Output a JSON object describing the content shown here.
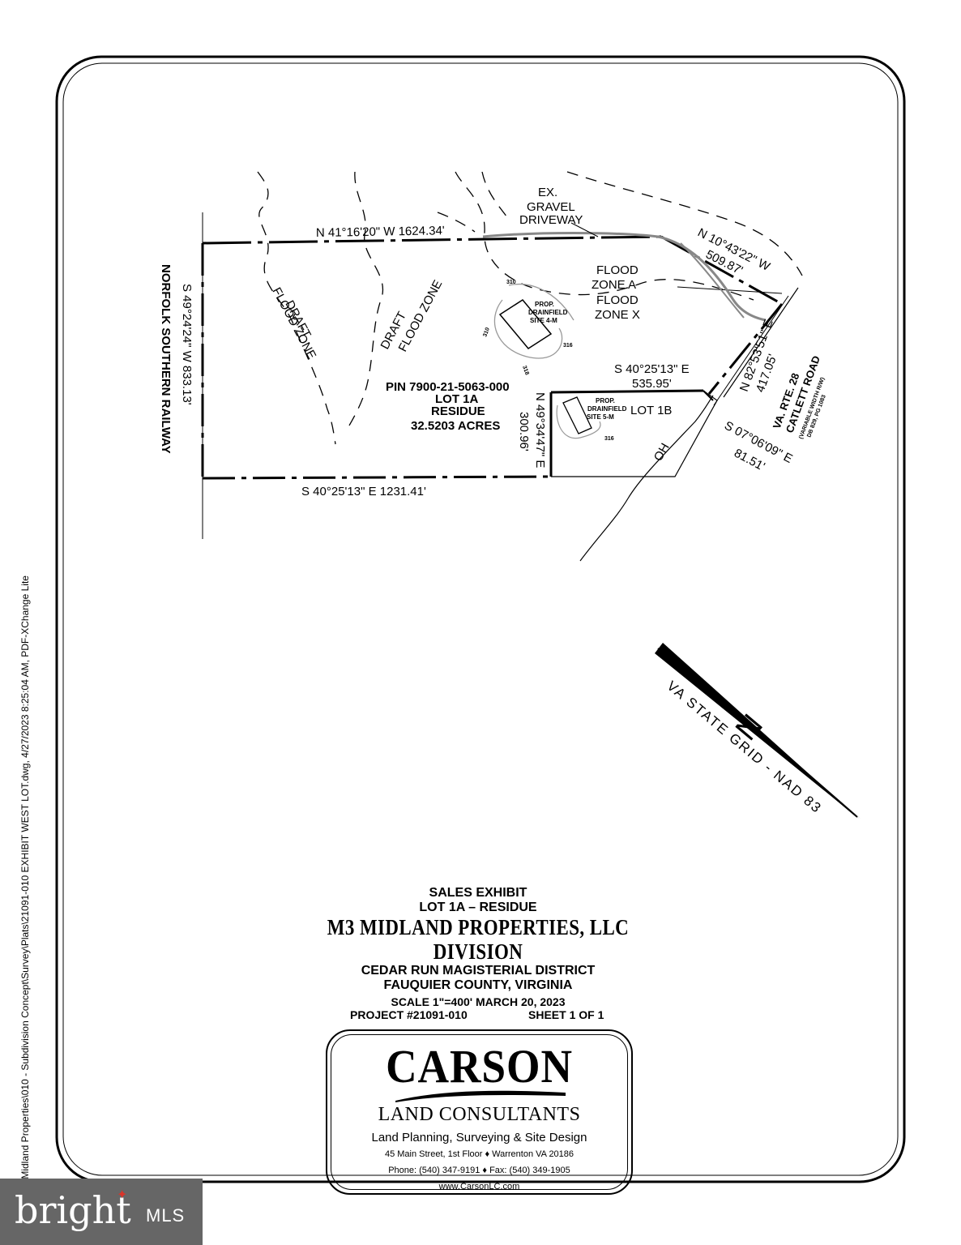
{
  "plat": {
    "top_bearing": "N 41°16'20\" W   1624.34'",
    "ne_bearing": "N 10°43'22\" W",
    "ne_distance": "509.87'",
    "gravel_drive": [
      "EX.",
      "GRAVEL",
      "DRIVEWAY"
    ],
    "flood_zone_a": [
      "FLOOD",
      "ZONE A"
    ],
    "flood_zone_x": [
      "FLOOD",
      "ZONE X"
    ],
    "drainfield_4": [
      "PROP.",
      "DRAINFIELD",
      "SITE 4-M"
    ],
    "drainfield_5": [
      "PROP.",
      "DRAINFIELD",
      "SITE 5-M"
    ],
    "contour_labels": [
      "310",
      "310",
      "316",
      "318",
      "316"
    ],
    "draft_flood_zone": [
      "DRAFT",
      "FLOOD ZONE"
    ],
    "railway": "NORFOLK SOUTHERN RAILWAY",
    "west_bearing": "S 49°24'24\" W   833.13'",
    "pin": "PIN 7900-21-5063-000",
    "lot_1a": "LOT 1A",
    "residue": "RESIDUE",
    "acres": "32.5203 ACRES",
    "inner_bearing": "S 40°25'13\" E",
    "inner_distance": "535.95'",
    "inner_vert_bearing": "N 49°34'47\" E",
    "inner_vert_distance": "300.96'",
    "lot_1b": "LOT 1B",
    "east_bearing": "N 82°53'51\" E",
    "east_distance": "417.05'",
    "road": [
      "VA. RTE. 28",
      "CATLETT ROAD",
      "(VARIABLE WIDTH R/W)",
      "DB 829, PG 1083"
    ],
    "se_bearing": "S 07°06'09\" E",
    "se_distance": "81.51'",
    "bottom_bearing": "S 40°25'13\" E   1231.41'",
    "oh_label": "OH",
    "north_letter": "N",
    "grid_label": "VA STATE GRID - NAD 83"
  },
  "title": {
    "line1": "SALES EXHIBIT",
    "line2": "LOT 1A – RESIDUE",
    "line3": "M3 MIDLAND PROPERTIES, LLC DIVISION",
    "line4": "CEDAR RUN MAGISTERIAL DISTRICT",
    "line5": "FAUQUIER COUNTY, VIRGINIA",
    "line6": "SCALE 1\"=400'   MARCH 20, 2023",
    "project": "PROJECT #21091-010",
    "sheet": "SHEET 1 OF 1"
  },
  "logo": {
    "name": "CARSON",
    "subtitle": "LAND CONSULTANTS",
    "services": "Land Planning, Surveying & Site Design",
    "address": "45 Main Street, 1st Floor ♦ Warrenton VA 20186",
    "phone": "Phone: (540) 347-9191 ♦ Fax: (540) 349-1905",
    "website": "www.CarsonLC.com"
  },
  "side_note": "- Midland Properties\\010 - Subdivision Concept\\Survey\\Plats\\21091-010 EXHIBIT WEST LOT.dwg, 4/27/2023 8:25:04 AM, PDF-XChange Lite",
  "watermark": {
    "brand": "bright",
    "suffix": "MLS"
  }
}
